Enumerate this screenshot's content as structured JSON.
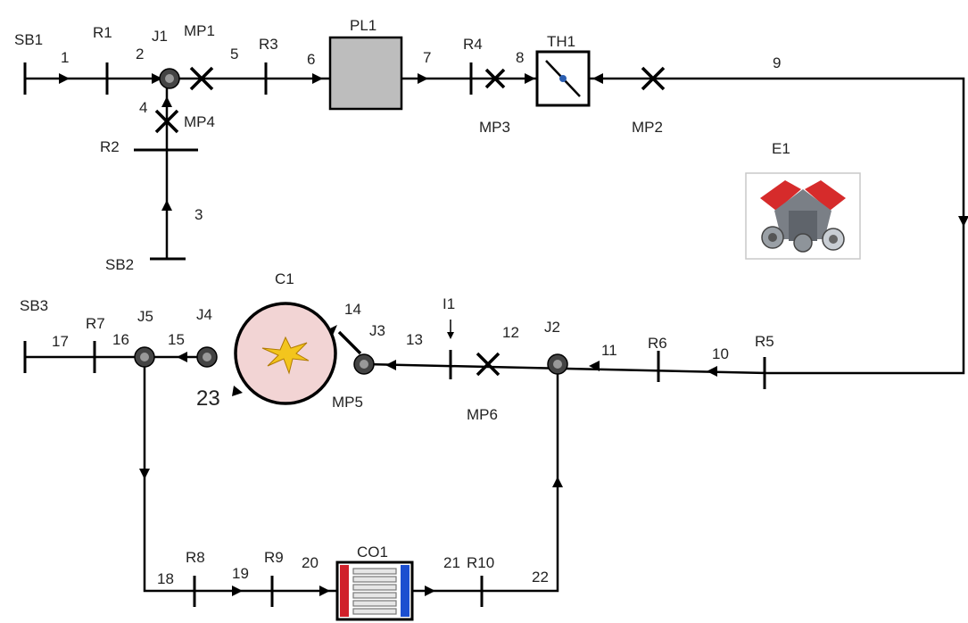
{
  "components": {
    "SB1": "SB1",
    "SB2": "SB2",
    "SB3": "SB3",
    "R1": "R1",
    "R2": "R2",
    "R3": "R3",
    "R4": "R4",
    "R5": "R5",
    "R6": "R6",
    "R7": "R7",
    "R8": "R8",
    "R9": "R9",
    "R10": "R10",
    "J1": "J1",
    "J2": "J2",
    "J3": "J3",
    "J4": "J4",
    "J5": "J5",
    "MP1": "MP1",
    "MP2": "MP2",
    "MP3": "MP3",
    "MP4": "MP4",
    "MP5": "MP5",
    "MP6": "MP6",
    "PL1": "PL1",
    "TH1": "TH1",
    "E1": "E1",
    "C1": "C1",
    "CO1": "CO1",
    "I1": "I1"
  },
  "branches": {
    "b1": "1",
    "b2": "2",
    "b3": "3",
    "b4": "4",
    "b5": "5",
    "b6": "6",
    "b7": "7",
    "b8": "8",
    "b9": "9",
    "b10": "10",
    "b11": "11",
    "b12": "12",
    "b13": "13",
    "b14": "14",
    "b15": "15",
    "b16": "16",
    "b17": "17",
    "b18": "18",
    "b19": "19",
    "b20": "20",
    "b21": "21",
    "b22": "22",
    "b23": "23"
  },
  "colors": {
    "plenum_fill": "#bdbdbd",
    "compressor_fill": "#f2d4d4",
    "cooler_red": "#d0202a",
    "cooler_blue": "#1c4fd0",
    "engine_red": "#d62b2b",
    "engine_gray": "#7a7f86"
  },
  "icons": {
    "engine": "engine-block-icon",
    "compressor": "spark-icon",
    "throttle": "butterfly-valve-icon"
  }
}
